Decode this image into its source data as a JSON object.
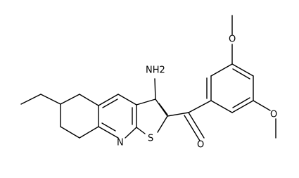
{
  "molecule": {
    "labels": {
      "amine": "NH2",
      "sulfur": "S",
      "nitrogen": "N",
      "carbonyl_oxygen": "O",
      "methoxy_top_oxygen": "O",
      "methoxy_bottom_oxygen": "O"
    }
  }
}
